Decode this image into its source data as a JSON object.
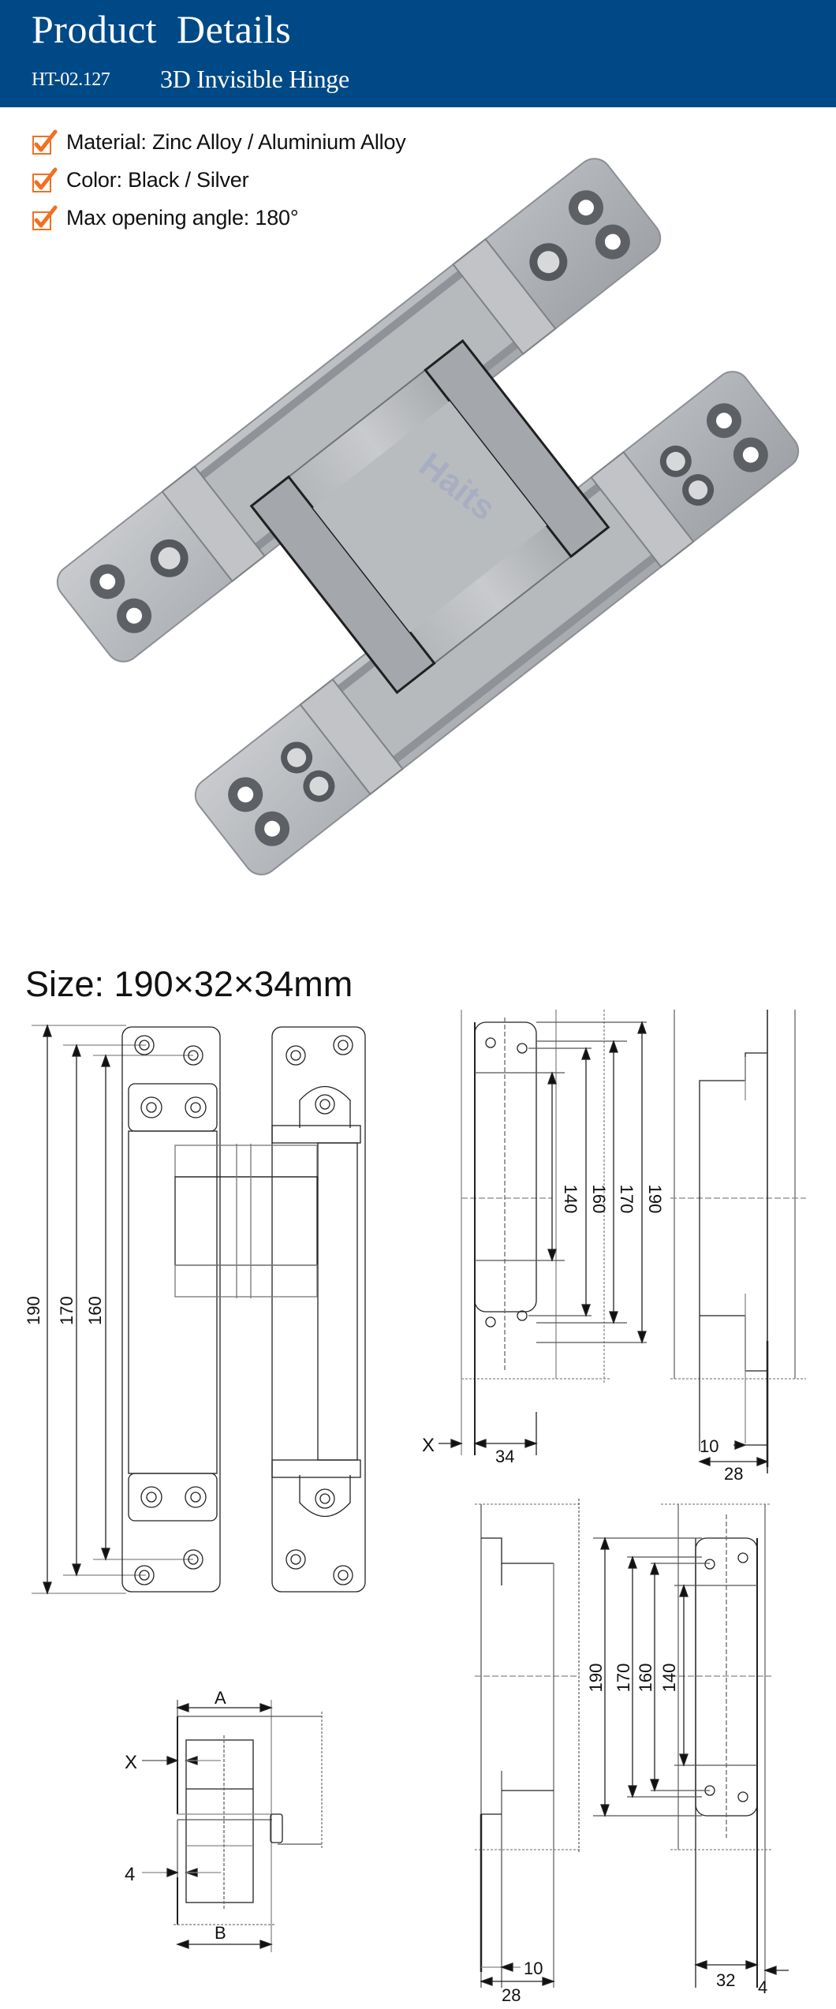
{
  "header": {
    "title": "Product  Details",
    "model_code": "HT-02.127",
    "product_name": "3D Invisible Hinge",
    "background_color": "#004987"
  },
  "features": [
    {
      "icon": "checkbox-checked-icon",
      "text": "Material: Zinc Alloy / Aluminium Alloy"
    },
    {
      "icon": "checkbox-checked-icon",
      "text": "Color: Black / Silver"
    },
    {
      "icon": "checkbox-checked-icon",
      "text": "Max opening angle: 180°"
    }
  ],
  "accent_color": "#f36f21",
  "photo": {
    "alt": "silver 3D invisible concealed hinge, opened flat, diagonal view",
    "watermark": "Haits"
  },
  "size": {
    "label": "Size: 190×32×34mm"
  },
  "drawings": {
    "front_view": {
      "dims": [
        "190",
        "170",
        "160"
      ]
    },
    "side_view_1": {
      "dims": [
        "140",
        "160",
        "170",
        "190"
      ],
      "bottom": [
        "X",
        "34"
      ]
    },
    "section_view_1": {
      "bottom": [
        "10",
        "28"
      ]
    },
    "section_view_2": {
      "bottom": [
        "10",
        "28"
      ]
    },
    "side_view_2": {
      "dims": [
        "190",
        "170",
        "160",
        "140"
      ],
      "bottom": [
        "32",
        "4"
      ]
    },
    "install_diagram": {
      "top": "A",
      "bottom": "B",
      "left": [
        "X",
        "4"
      ]
    }
  }
}
